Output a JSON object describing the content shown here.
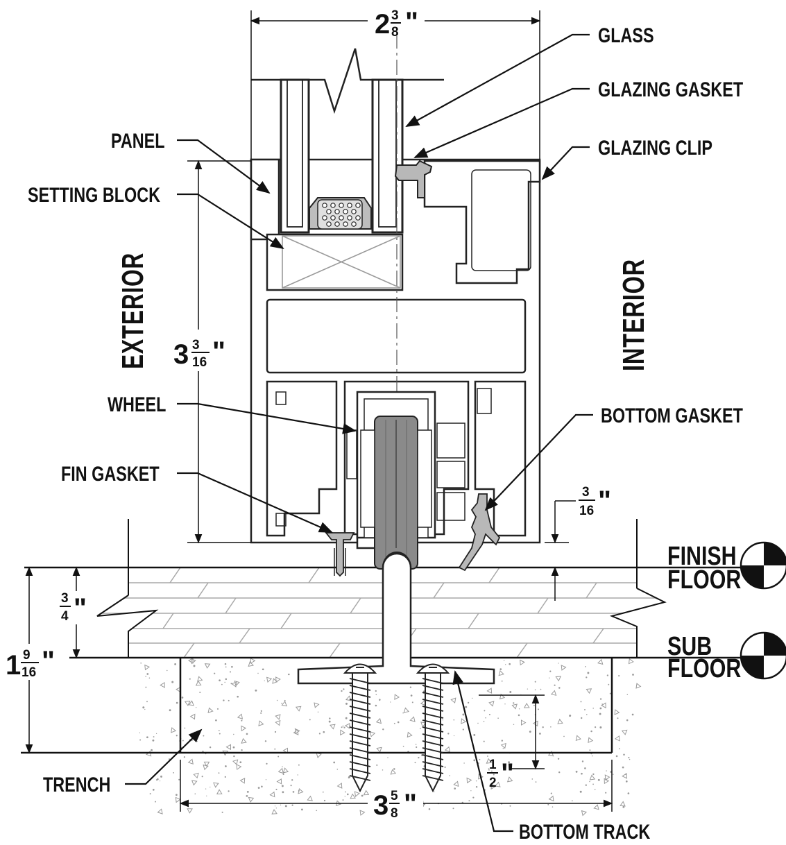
{
  "labels": {
    "glass": "GLASS",
    "glazing_gasket": "GLAZING GASKET",
    "glazing_clip": "GLAZING CLIP",
    "panel": "PANEL",
    "setting_block": "SETTING BLOCK",
    "wheel": "WHEEL",
    "bottom_gasket": "BOTTOM GASKET",
    "fin_gasket": "FIN GASKET",
    "trench": "TRENCH",
    "bottom_track": "BOTTOM TRACK"
  },
  "sides": {
    "exterior": "EXTERIOR",
    "interior": "INTERIOR"
  },
  "floors": {
    "finish_line1": "FINISH",
    "finish_line2": "FLOOR",
    "sub_line1": "SUB",
    "sub_line2": "FLOOR"
  },
  "dimensions": {
    "top_width": {
      "whole": "2",
      "num": "3",
      "den": "8",
      "unit": "\""
    },
    "panel_height": {
      "whole": "3",
      "num": "3",
      "den": "16",
      "unit": "\""
    },
    "clearance": {
      "num": "3",
      "den": "16",
      "unit": "\""
    },
    "floor_thickness": {
      "num": "3",
      "den": "4",
      "unit": "\""
    },
    "trench_depth": {
      "whole": "1",
      "num": "9",
      "den": "16",
      "unit": "\""
    },
    "embed": {
      "num": "1",
      "den": "2",
      "unit": "\""
    },
    "trench_width": {
      "whole": "3",
      "num": "5",
      "den": "8",
      "unit": "\""
    }
  },
  "colors": {
    "line": "#222222",
    "gasket": "#b8b8b8",
    "wheel": "#8a8a8a",
    "concrete_speckle": "#9a9a9a",
    "floor_boards": "#a8a8a8"
  }
}
